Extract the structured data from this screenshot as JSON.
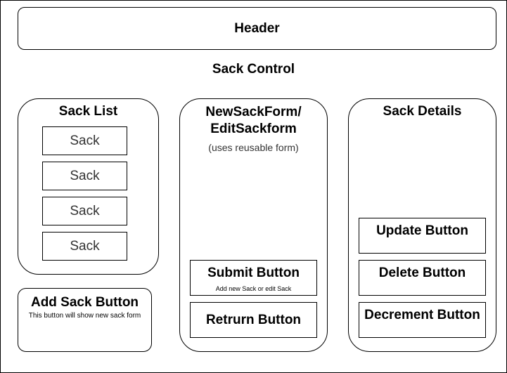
{
  "header": {
    "label": "Header"
  },
  "title": "Sack Control",
  "sack_list": {
    "title": "Sack List",
    "items": [
      "Sack",
      "Sack",
      "Sack",
      "Sack"
    ]
  },
  "add_sack": {
    "label": "Add Sack Button",
    "note": "This button will show new sack form"
  },
  "form": {
    "title_line1": "NewSackForm/",
    "title_line2": "EditSackform",
    "subtitle": "(uses reusable form)",
    "submit_label": "Submit Button",
    "submit_note": "Add new Sack or edit Sack",
    "return_label": "Retrurn Button"
  },
  "details": {
    "title": "Sack Details",
    "update_label": "Update Button",
    "delete_label": "Delete Button",
    "decrement_label": "Decrement Button"
  }
}
